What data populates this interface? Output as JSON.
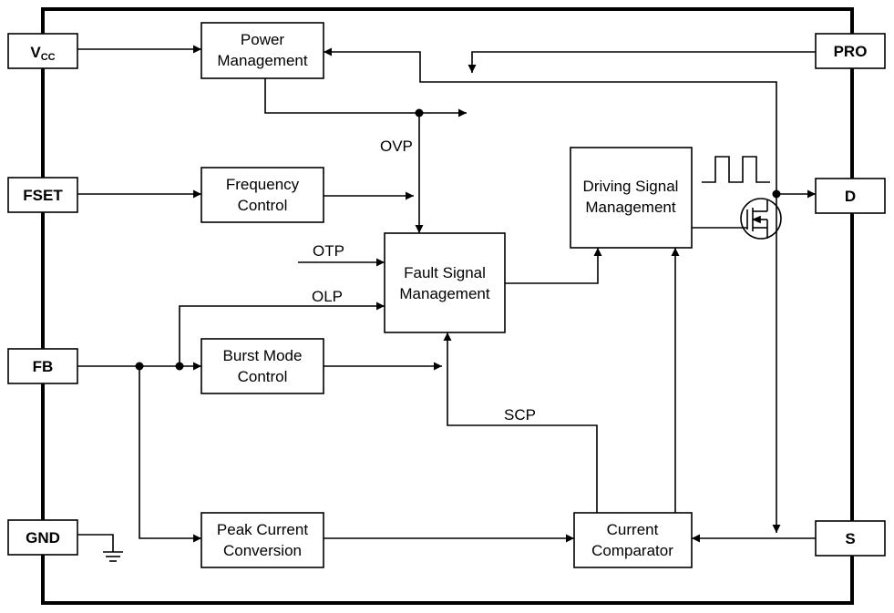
{
  "pins": {
    "vcc_main": "V",
    "vcc_sub": "CC",
    "fset": "FSET",
    "fb": "FB",
    "gnd": "GND",
    "pro": "PRO",
    "d": "D",
    "s": "S"
  },
  "blocks": {
    "power_management": [
      "Power",
      "Management"
    ],
    "frequency_control": [
      "Frequency",
      "Control"
    ],
    "burst_mode_control": [
      "Burst Mode",
      "Control"
    ],
    "peak_current_conversion": [
      "Peak Current",
      "Conversion"
    ],
    "fault_signal_management": [
      "Fault Signal",
      "Management"
    ],
    "driving_signal_management": [
      "Driving Signal",
      "Management"
    ],
    "current_comparator": [
      "Current",
      "Comparator"
    ]
  },
  "signals": {
    "ovp": "OVP",
    "otp": "OTP",
    "olp": "OLP",
    "scp": "SCP"
  }
}
